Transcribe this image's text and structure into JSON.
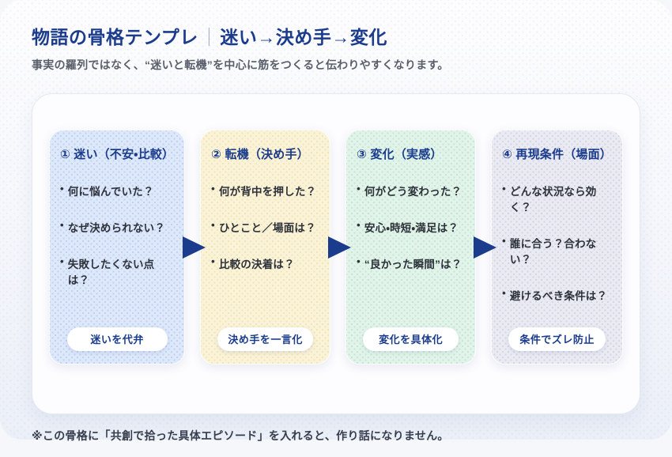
{
  "page": {
    "title_left": "物語の骨格テンプレ",
    "title_separator": "｜",
    "title_right": "迷い→決め手→変化",
    "subtitle": "事実の羅列ではなく、“迷いと転機”を中心に筋をつくると伝わりやすくなります。",
    "footnote": "※この骨格に「共創で拾った具体エピソード」を入れると、作り話になりません。"
  },
  "cards": [
    {
      "title": "① 迷い（不安・比較）",
      "bullets": [
        "何に悩んでいた？",
        "なぜ決められない？",
        "失敗したくない点は？"
      ],
      "badge": "迷いを代弁",
      "bg_color": "#dde8fa"
    },
    {
      "title": "② 転機（決め手）",
      "bullets": [
        "何が背中を押した？",
        "ひとこと／場面は？",
        "比較の決着は？"
      ],
      "badge": "決め手を一言化",
      "bg_color": "#faf3d8"
    },
    {
      "title": "③ 変化（実感）",
      "bullets": [
        "何がどう変わった？",
        "安心・時短・満足は？",
        "“良かった瞬間”は？"
      ],
      "badge": "変化を具体化",
      "bg_color": "#e2f4e9"
    },
    {
      "title": "④ 再現条件（場面）",
      "bullets": [
        "どんな状況なら効く？",
        "誰に合う？合わない？",
        "避けるべき条件は？"
      ],
      "badge": "条件でズレ防止",
      "bg_color": "#e9eaf2"
    }
  ],
  "icons": {
    "bullet_glyph": "•",
    "arrow_meaning": "flow-to-next-step"
  },
  "colors": {
    "accent_navy": "#1b3c8c",
    "subtitle_gray": "#595f6a",
    "bullet_text": "#2c313a",
    "panel_bg": "#fdfdff",
    "page_bg": "#f5f7fa"
  }
}
